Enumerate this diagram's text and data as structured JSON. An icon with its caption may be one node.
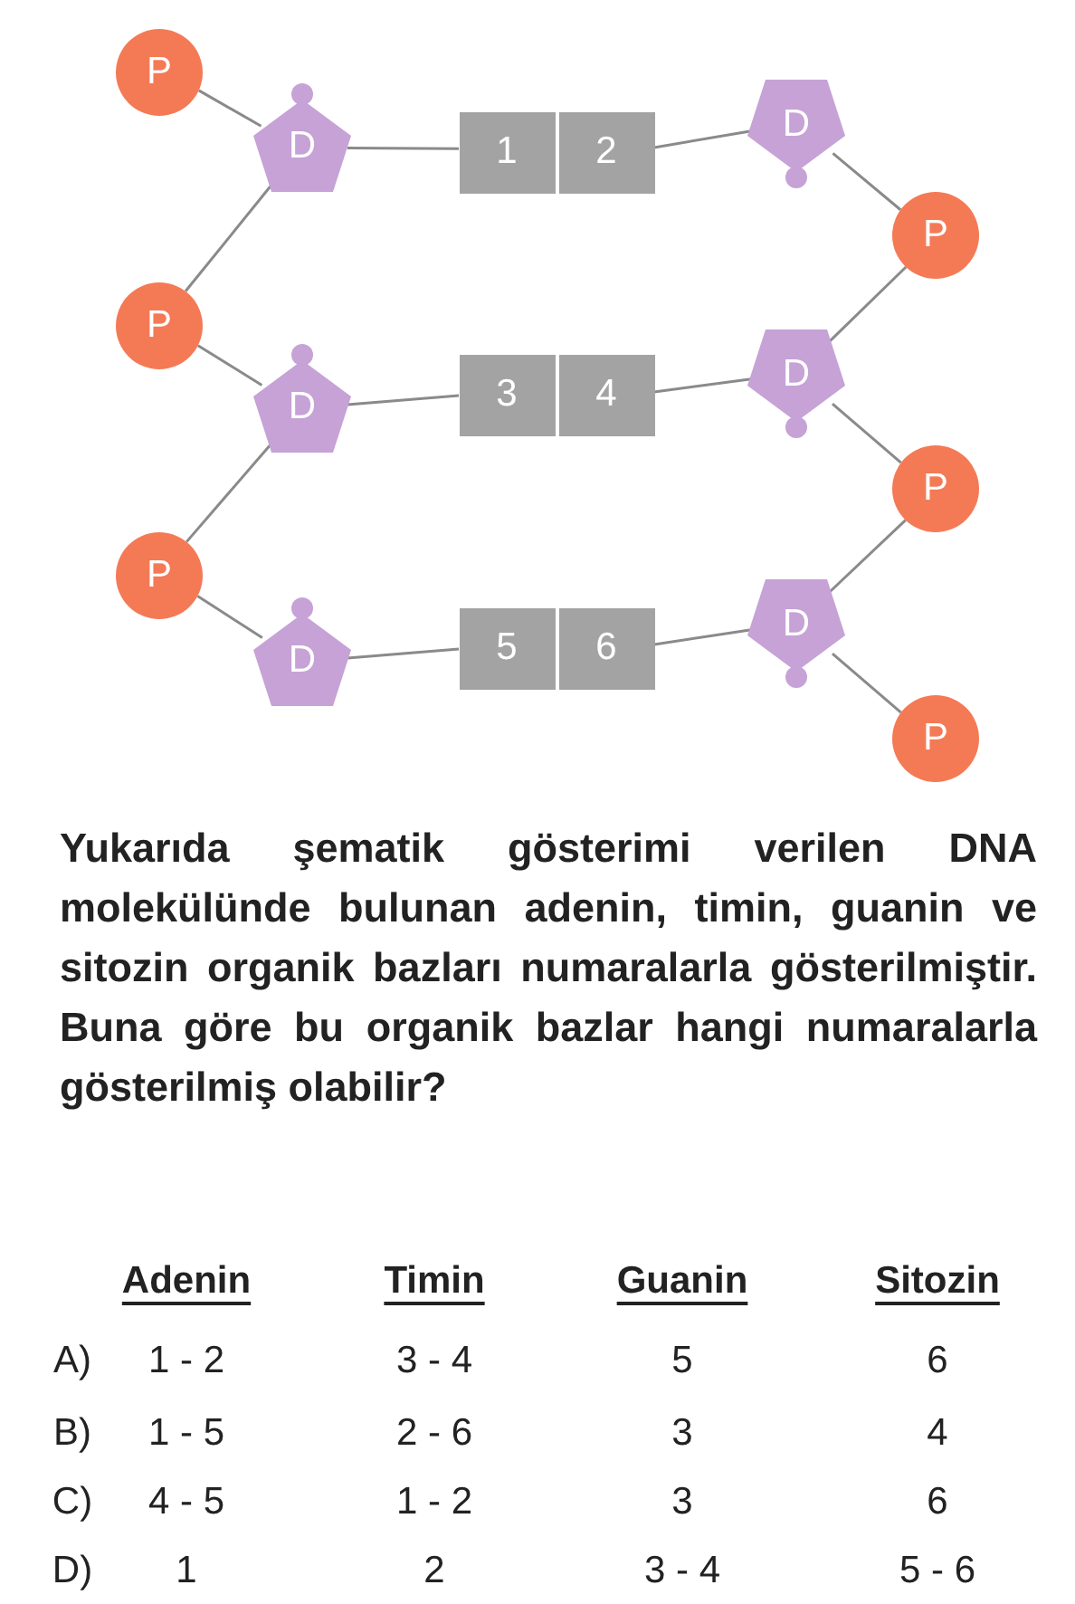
{
  "diagram": {
    "nodes": [
      {
        "text": [
          "P"
        ]
      },
      {
        "text": [
          "D"
        ]
      },
      {
        "text": [
          "1"
        ]
      },
      {
        "text": [
          "2"
        ]
      },
      {
        "text": [
          "D"
        ]
      },
      {
        "text": [
          "P"
        ]
      },
      {
        "text": [
          "P"
        ]
      },
      {
        "text": [
          "D"
        ]
      },
      {
        "text": [
          "3"
        ]
      },
      {
        "text": [
          "4"
        ]
      },
      {
        "text": [
          "D"
        ]
      },
      {
        "text": [
          "P"
        ]
      },
      {
        "text": [
          "P"
        ]
      },
      {
        "text": [
          "D"
        ]
      },
      {
        "text": [
          "5"
        ]
      },
      {
        "text": [
          "6"
        ]
      },
      {
        "text": [
          "D"
        ]
      },
      {
        "text": [
          "P"
        ]
      }
    ],
    "edges": [
      {
        "from": 0,
        "to": 1,
        "arrow": "none"
      },
      {
        "from": 1,
        "to": 2,
        "arrow": "none"
      },
      {
        "from": 3,
        "to": 4,
        "arrow": "none"
      },
      {
        "from": 4,
        "to": 5,
        "arrow": "none"
      },
      {
        "from": 1,
        "to": 6,
        "arrow": "none"
      },
      {
        "from": 6,
        "to": 7,
        "arrow": "none"
      },
      {
        "from": 7,
        "to": 8,
        "arrow": "none"
      },
      {
        "from": 9,
        "to": 10,
        "arrow": "none"
      },
      {
        "from": 5,
        "to": 10,
        "arrow": "none"
      },
      {
        "from": 10,
        "to": 11,
        "arrow": "none"
      },
      {
        "from": 7,
        "to": 12,
        "arrow": "none"
      },
      {
        "from": 12,
        "to": 13,
        "arrow": "none"
      },
      {
        "from": 13,
        "to": 14,
        "arrow": "none"
      },
      {
        "from": 15,
        "to": 16,
        "arrow": "none"
      },
      {
        "from": 11,
        "to": 16,
        "arrow": "none"
      },
      {
        "from": 16,
        "to": 17,
        "arrow": "none"
      }
    ],
    "labels": [
      "Yukarıda şematik gösterimi verilen DNA molekülünde bulunan adenin, timin, guanin ve sitozin organik bazları numaralarla gösterilmiştir. Buna göre bu organik bazlar hangi numaralarla gösterilmiş olabilir?",
      "Adenin",
      "Timin",
      "Guanin",
      "Sitozin",
      "A)",
      "1 - 2",
      "3 - 4",
      "5",
      "6",
      "B)",
      "1 - 5",
      "2 - 6",
      "3",
      "4",
      "C)",
      "4 - 5",
      "1 - 2",
      "3",
      "6",
      "D)",
      "1",
      "2",
      "3 - 4",
      "5 - 6"
    ]
  }
}
